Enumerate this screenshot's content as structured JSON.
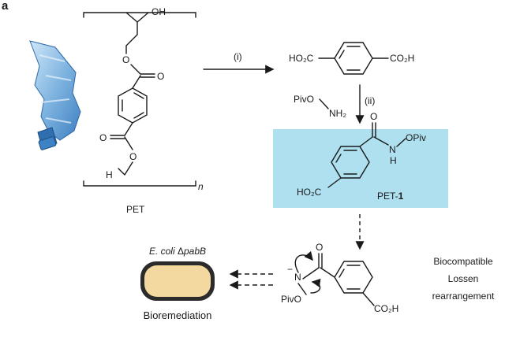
{
  "panel_label": "a",
  "pet": {
    "oh_label": "OH",
    "repeat_n": "n",
    "h_label": "H",
    "name": "PET"
  },
  "step1": {
    "label": "(i)",
    "product_left": "HO₂C",
    "product_right": "CO₂H"
  },
  "step2": {
    "label": "(ii)",
    "reagent": "PivO",
    "reagent_amine": "NH₂"
  },
  "pet1": {
    "substituent": "OPiv",
    "nh": "N",
    "nh_h": "H",
    "acid": "HO₂C",
    "name": "PET-",
    "name_bold": "1",
    "box_color": "#aee0ef"
  },
  "lossen": {
    "line1": "Biocompatible",
    "line2": "Lossen",
    "line3": "rearrangement",
    "anion_n": "N",
    "charge": "−",
    "pivo": "PivO",
    "acid": "CO₂H"
  },
  "bio": {
    "organism_italic": "E. coli",
    "gene": "pabB",
    "delta": "Δ",
    "name": "Bioremediation",
    "cell_fill": "#f3d9a0",
    "cell_stroke": "#2b2b2b"
  }
}
